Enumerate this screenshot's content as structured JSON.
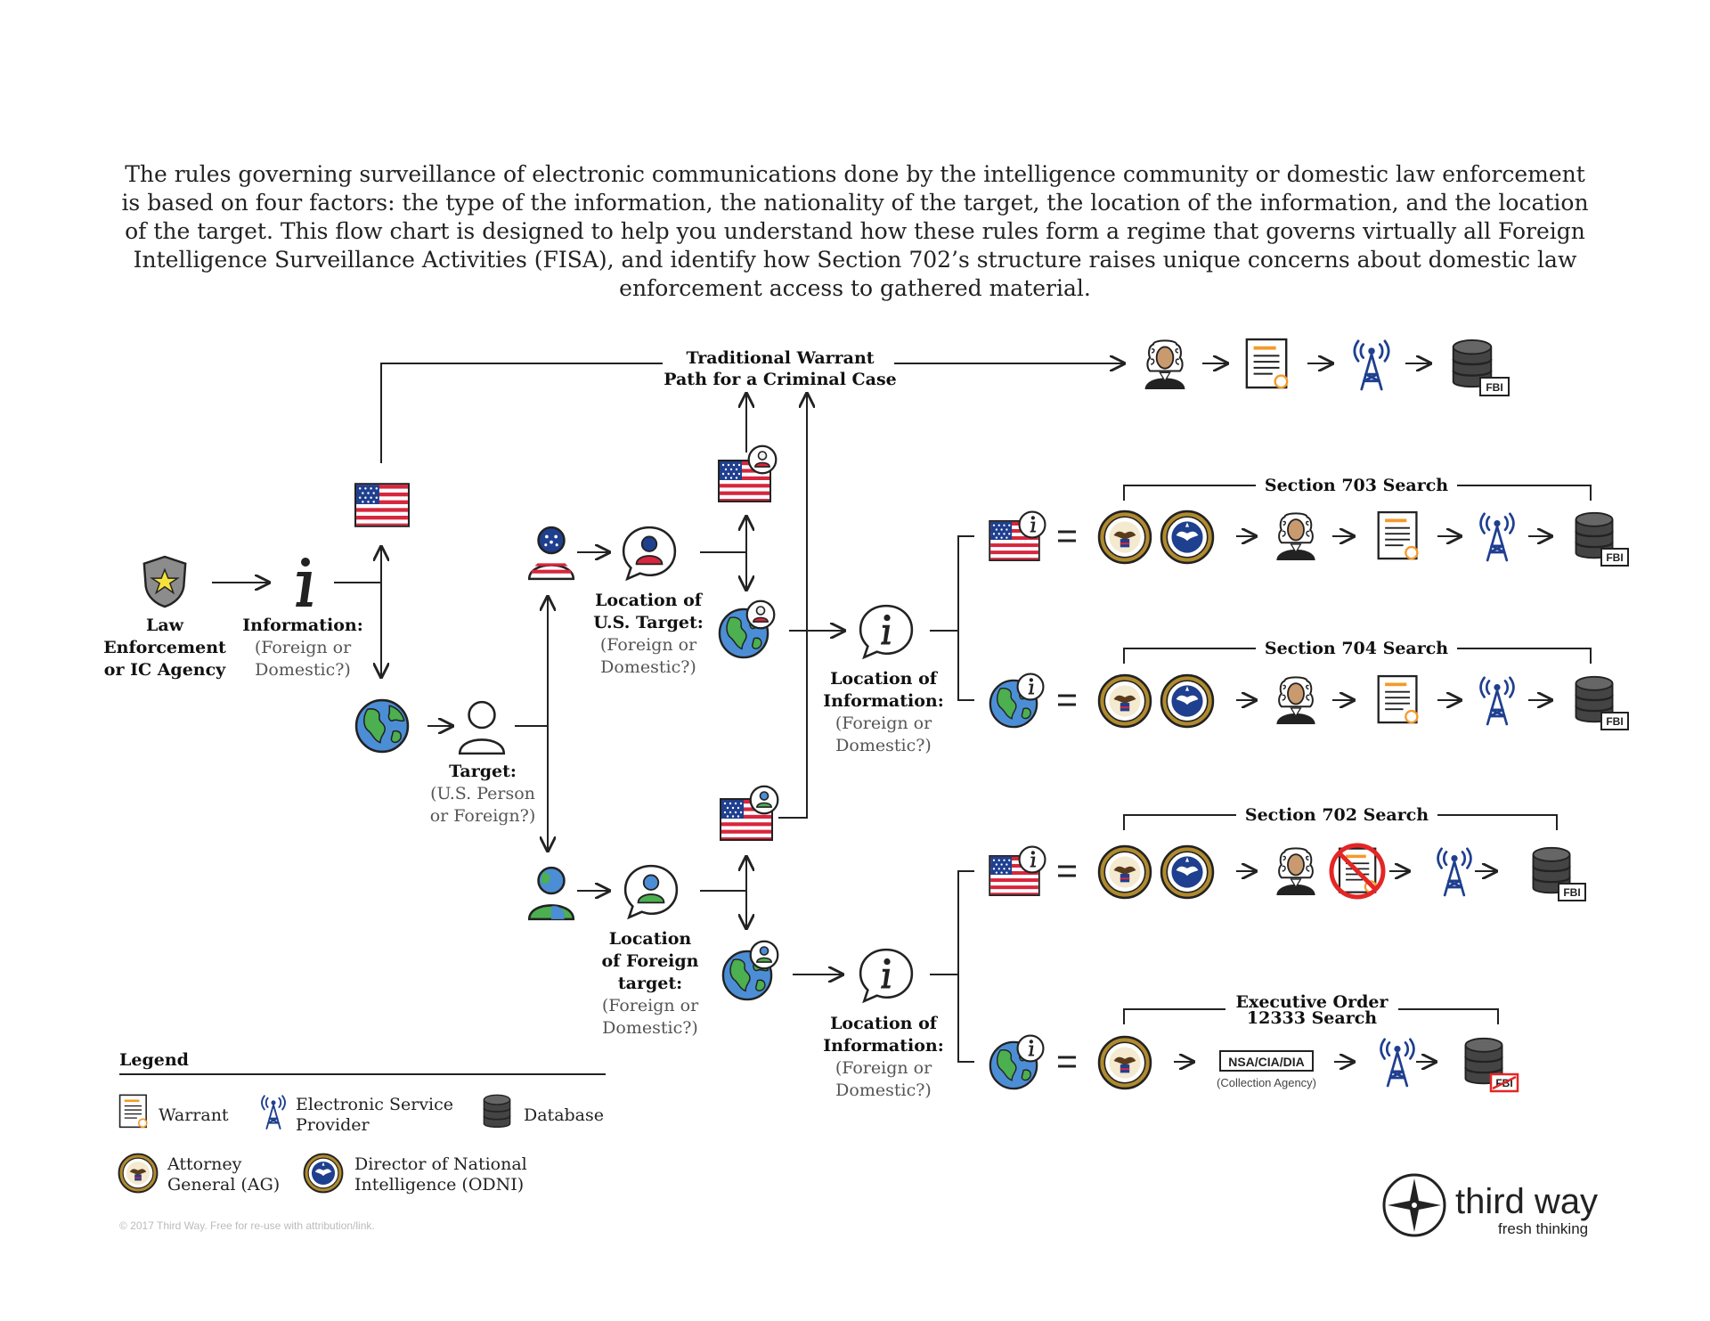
{
  "intro": "The rules governing surveillance of electronic communications done by the intelligence community or domestic law enforcement is based on four factors: the type of the information, the nationality of the target, the location of the information, and the location of the target. This flow chart is designed to help you understand how these rules form a regime that governs virtually all Foreign Intelligence Surveillance Activities (FISA), and identify how Section 702’s structure raises unique concerns about domestic law enforcement access to gathered material.",
  "nodes": {
    "agency": [
      "Law",
      "Enforcement",
      "or IC Agency"
    ],
    "information": {
      "title": "Information:",
      "sub": [
        "(Foreign or",
        "Domestic?)"
      ]
    },
    "target": {
      "title": "Target:",
      "sub": [
        "(U.S. Person",
        "or Foreign?)"
      ]
    },
    "us_location": {
      "title": [
        "Location of",
        "U.S. Target:"
      ],
      "sub": [
        "(Foreign or",
        "Domestic?)"
      ]
    },
    "foreign_location": {
      "title": [
        "Location",
        "of Foreign",
        "target:"
      ],
      "sub": [
        "(Foreign or",
        "Domestic?)"
      ]
    },
    "info_location": {
      "title": [
        "Location of",
        "Information:"
      ],
      "sub": [
        "(Foreign or",
        "Domestic?)"
      ]
    },
    "traditional": [
      "Traditional Warrant",
      "Path for a Criminal Case"
    ]
  },
  "paths": {
    "s703": "Section 703 Search",
    "s704": "Section 704 Search",
    "s702": "Section 702 Search",
    "eo": [
      "Executive Order",
      "12333 Search"
    ],
    "collector": "NSA/CIA/DIA",
    "collector_note": "(Collection Agency)",
    "db_label": "FBI"
  },
  "legend": {
    "title": "Legend",
    "warrant": "Warrant",
    "esp": [
      "Electronic Service",
      "Provider"
    ],
    "database": "Database",
    "ag": [
      "Attorney",
      "General (AG)"
    ],
    "odni": [
      "Director of National",
      "Intelligence (ODNI)"
    ]
  },
  "footer": {
    "copyright": "© 2017 Third Way. Free for re-use with attribution/link.",
    "brand": "third way",
    "tagline": "fresh thinking"
  },
  "colors": {
    "flag_red": "#d7263d",
    "flag_blue": "#1f3f8f",
    "ocean": "#4c8ed6",
    "land": "#4caf50",
    "warrant_orange": "#f39a2b",
    "tower_blue": "#1f3f8f",
    "seal_gold": "#b08a2e",
    "prohibited_red": "#e32626"
  },
  "icons": [
    "badge-icon",
    "info-icon",
    "flag-icon",
    "globe-icon",
    "person-icon",
    "judge-icon",
    "warrant-icon",
    "tower-icon",
    "database-icon",
    "seal-icon",
    "compass-icon"
  ]
}
